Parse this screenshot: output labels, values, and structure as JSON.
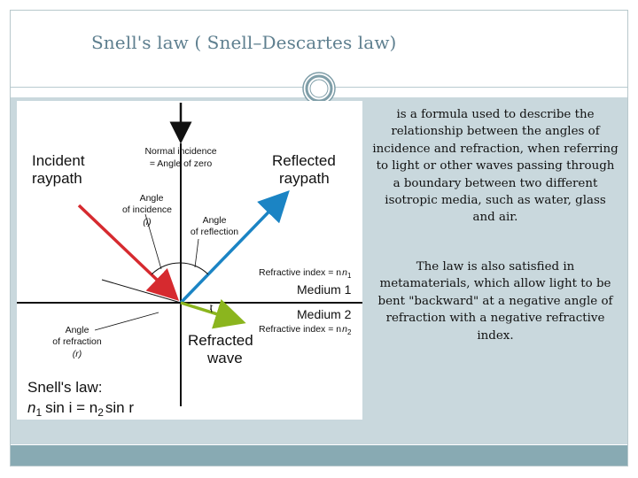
{
  "slide": {
    "title": "Snell's law ( Snell–Descartes law)",
    "paragraph1": "is a formula used to describe the relationship between the angles of incidence and refraction, when referring to light or other waves passing through a boundary between two different isotropic media, such as water, glass and air.",
    "paragraph2": "The law is also satisfied in metamaterials, which allow light to be bent \"backward\" at a negative angle of refraction with a negative refractive index."
  },
  "diagram": {
    "normal_incidence_1": "Normal incidence",
    "normal_incidence_2": "= Angle of zero",
    "incident_1": "Incident",
    "incident_2": "raypath",
    "reflected_1": "Reflected",
    "reflected_2": "raypath",
    "angle_incidence_1": "Angle",
    "angle_incidence_2": "of incidence",
    "angle_incidence_3": "(i)",
    "angle_reflection_1": "Angle",
    "angle_reflection_2": "of reflection",
    "refractive_index_1": "Refractive index = n",
    "refractive_index_1_sub": "1",
    "medium_1": "Medium 1",
    "medium_2": "Medium 2",
    "refractive_index_2": "Refractive index = n",
    "refractive_index_2_sub": "2",
    "angle_refraction_1": "Angle",
    "angle_refraction_2": "of refraction",
    "angle_refraction_3": "(r)",
    "refracted_1": "Refracted",
    "refracted_2": "wave",
    "angle_r_mark": "r",
    "snells_law_label": "Snell's law:",
    "formula_n1": "n",
    "formula_sub1": "1",
    "formula_sin_i": "sin i = n",
    "formula_sub2": "2",
    "formula_sin_r": "sin r",
    "colors": {
      "incident": "#d62a2f",
      "reflected": "#1b84c4",
      "refracted": "#8bb51e",
      "line": "#111111"
    }
  },
  "ornament": {
    "icon": "ring-ornament-icon"
  }
}
